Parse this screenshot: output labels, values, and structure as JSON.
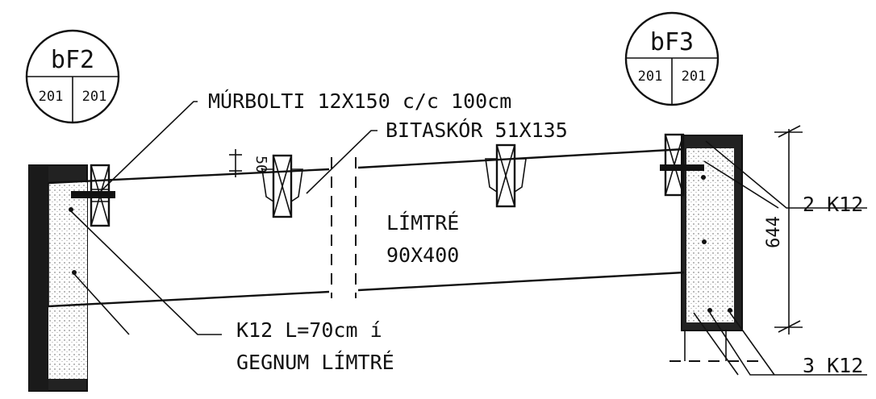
{
  "detail_refs": [
    {
      "id": "detail-ref-bf2",
      "title": "bF2",
      "left": "201",
      "right": "201"
    },
    {
      "id": "detail-ref-bf3",
      "title": "bF3",
      "left": "201",
      "right": "201"
    }
  ],
  "labels": {
    "anchor_bolt": "MÚRBOLTI 12X150 c/c 100cm",
    "joist_hanger": "BITASKÓR 51X135",
    "beam_line1": "LÍMTRÉ",
    "beam_line2": "90X400",
    "rebar_line1": "K12 L=70cm í",
    "rebar_line2": "GEGNUM LÍMTRÉ",
    "rebar_top": "2 K12",
    "rebar_bottom": "3 K12",
    "height_dim": "644",
    "small_dim": "50"
  }
}
